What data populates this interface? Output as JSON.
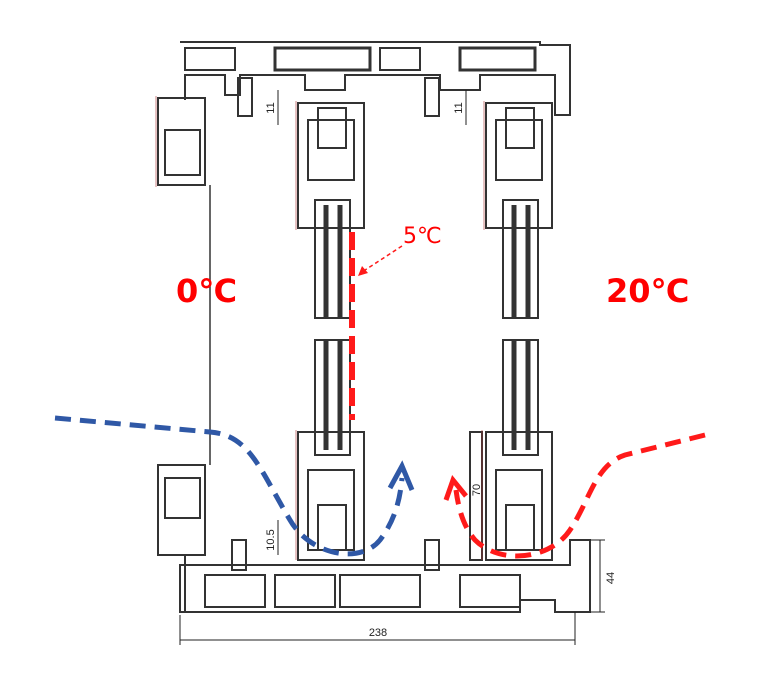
{
  "labels": {
    "outdoor_temp": "0℃",
    "indoor_temp": "20℃",
    "glass_temp": "5℃"
  },
  "dimensions": {
    "total_width": "238",
    "frame_height": "44",
    "top_gap": "11",
    "bottom_gap": "10.5",
    "sash_offset": "70"
  },
  "colors": {
    "cold_flow": "#2f58a6",
    "warm_flow": "#ff1a1a",
    "label": "#ff0000",
    "profile": "#333333"
  }
}
